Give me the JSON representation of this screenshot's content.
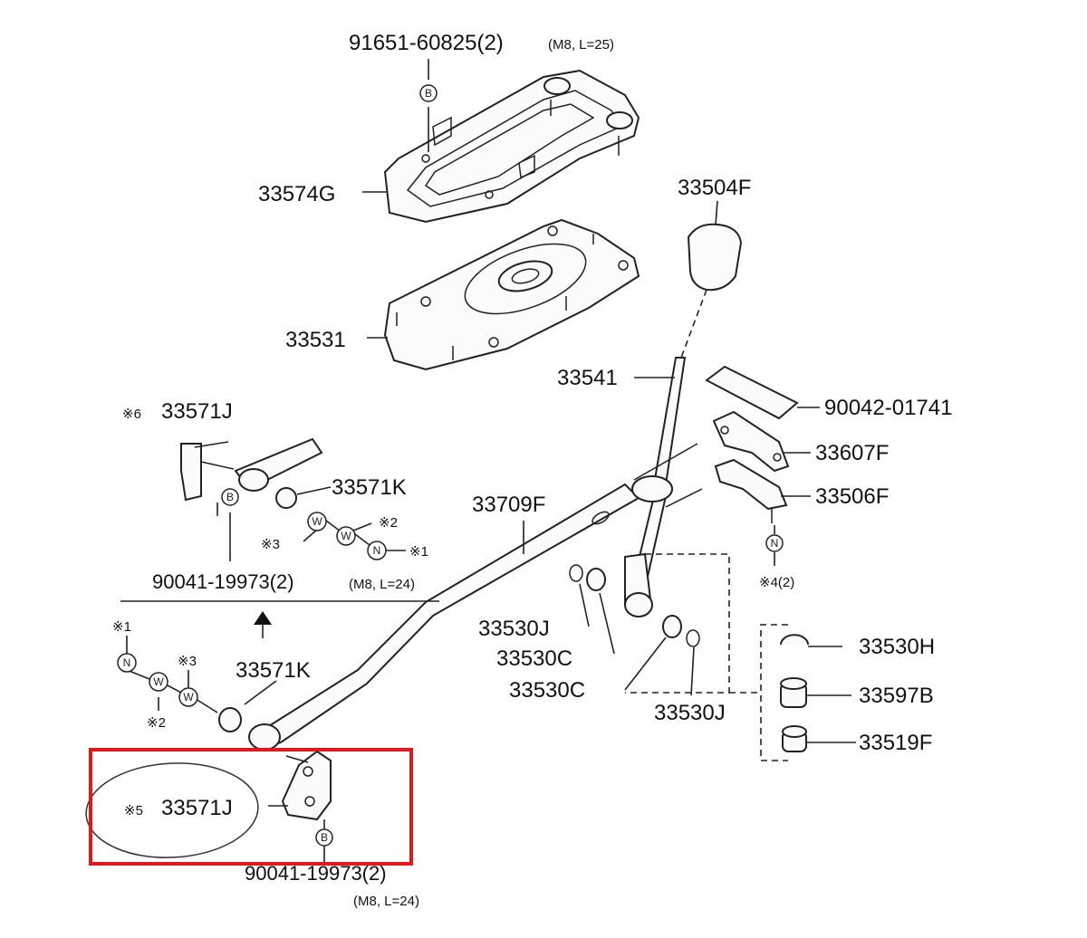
{
  "labels": {
    "bolt_top": "91651-60825(2)",
    "bolt_top_spec": "(M8, L=25)",
    "p33574g": "33574G",
    "p33504f": "33504F",
    "p33531": "33531",
    "p33541": "33541",
    "p90042": "90042-01741",
    "p33607f": "33607F",
    "p33506f": "33506F",
    "note4": "※4(2)",
    "inset_note6": "※6",
    "inset_33571j": "33571J",
    "inset_33571k": "33571K",
    "inset_note2": "※2",
    "inset_note3": "※3",
    "inset_note1": "※1",
    "inset_bolt": "90041-19973(2)",
    "inset_spec": "(M8, L=24)",
    "p33709f": "33709F",
    "p33530j_a": "33530J",
    "p33530c_a": "33530C",
    "p33530c_b": "33530C",
    "p33530j_b": "33530J",
    "p33530h": "33530H",
    "p33597b": "33597B",
    "p33519f": "33519F",
    "left_note1": "※1",
    "left_note3": "※3",
    "left_note2": "※2",
    "p33571k": "33571K",
    "note5": "※5",
    "p33571j": "33571J",
    "bolt_bottom": "90041-19973(2)",
    "bolt_bottom_spec": "(M8, L=24)"
  },
  "callout_letters": {
    "bolt": "B",
    "washer": "W",
    "nut": "N"
  },
  "colors": {
    "highlight_box": "#e0191f",
    "line": "#222222",
    "background": "#ffffff"
  }
}
